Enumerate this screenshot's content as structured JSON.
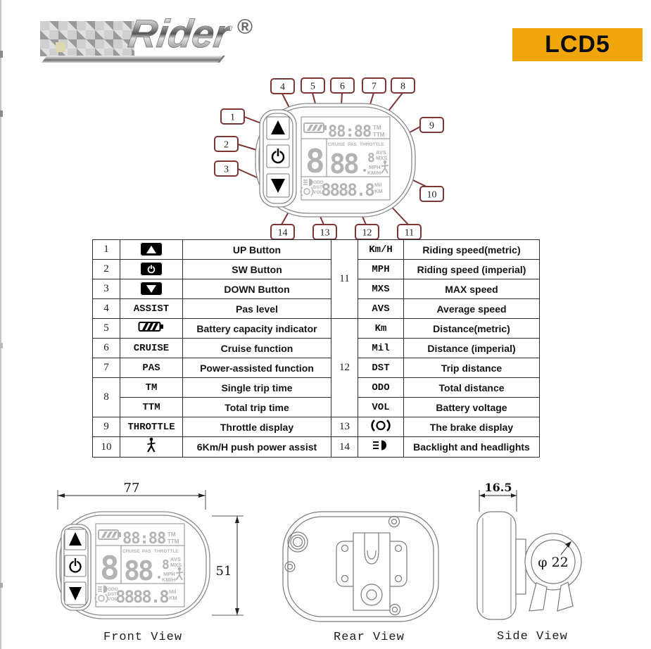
{
  "header": {
    "logo_text": "Rider",
    "logo_reg": "®",
    "badge_label": "LCD5"
  },
  "colors": {
    "badge_bg": "#F0A60A",
    "callout_border": "#7D3535",
    "lcd_segment": "#B3B3B3",
    "drawing_line": "#7a7a7a"
  },
  "diagram": {
    "callouts": [
      "1",
      "2",
      "3",
      "4",
      "5",
      "6",
      "7",
      "8",
      "9",
      "10",
      "11",
      "12",
      "13",
      "14"
    ],
    "lcd": {
      "clock": "88:88",
      "tm": "TM",
      "ttm": "TTM",
      "cruise": "CRUISE",
      "pas": "PAS",
      "throttle": "THROTTLE",
      "assist_digit": "8",
      "speed_digits": "88",
      "speed_decimal": "8",
      "avs": "AVS",
      "mxs": "MXS",
      "mph": "MPH",
      "kmh": "KM/H",
      "odo": "ODO",
      "dst": "DST",
      "vol": "VOL",
      "odometer": "8888.8",
      "mil": "Mil",
      "km": "KM"
    }
  },
  "table": {
    "left": {
      "nums": [
        "1",
        "2",
        "3",
        "4",
        "5",
        "6",
        "7",
        "8",
        "9",
        "10"
      ],
      "syms": {
        "assist": "ASSIST",
        "cruise": "CRUISE",
        "pas": "PAS",
        "tm": "TM",
        "ttm": "TTM",
        "throttle": "THROTTLE"
      },
      "descs": [
        "UP Button",
        "SW Button",
        "DOWN Button",
        "Pas level",
        "Battery capacity indicator",
        "Cruise function",
        "Power-assisted function",
        "Single trip time",
        "Total trip time",
        "Throttle display",
        "6Km/H push power assist"
      ]
    },
    "right": {
      "nums": [
        "11",
        "12",
        "13",
        "14"
      ],
      "syms": [
        "Km/H",
        "MPH",
        "MXS",
        "AVS",
        "Km",
        "Mil",
        "DST",
        "ODO",
        "VOL"
      ],
      "descs": [
        "Riding speed(metric)",
        "Riding speed (imperial)",
        "MAX speed",
        "Average speed",
        "Distance(metric)",
        "Distance (imperial)",
        "Trip distance",
        "Total distance",
        "Battery voltage",
        "The brake display",
        "Backlight and headlights"
      ]
    }
  },
  "views": {
    "front": {
      "label": "Front View",
      "width_dim": "77",
      "height_dim": "51"
    },
    "rear": {
      "label": "Rear View"
    },
    "side": {
      "label": "Side View",
      "depth_dim": "16.5",
      "clamp_dim": "φ 22"
    }
  }
}
